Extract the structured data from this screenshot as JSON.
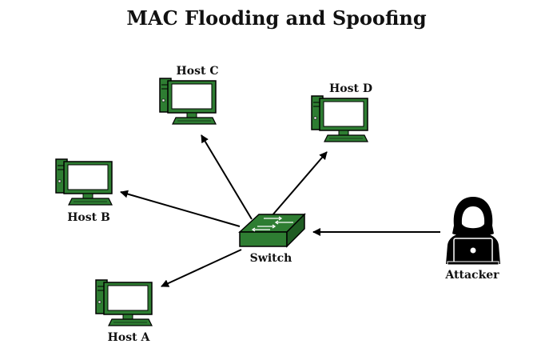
{
  "title": "MAC Flooding and Spoofing",
  "colors": {
    "device_green": "#2e7d32",
    "outline": "#000000",
    "attacker": "#000000",
    "arrow": "#000000"
  },
  "nodes": {
    "host_a": {
      "label": "Host A",
      "icon": "desktop-computer-icon"
    },
    "host_b": {
      "label": "Host B",
      "icon": "desktop-computer-icon"
    },
    "host_c": {
      "label": "Host C",
      "icon": "desktop-computer-icon"
    },
    "host_d": {
      "label": "Host D",
      "icon": "desktop-computer-icon"
    },
    "switch": {
      "label": "Switch",
      "icon": "network-switch-icon"
    },
    "attacker": {
      "label": "Attacker",
      "icon": "hooded-hacker-laptop-icon"
    }
  },
  "edges": [
    {
      "from": "switch",
      "to": "host_a"
    },
    {
      "from": "switch",
      "to": "host_b"
    },
    {
      "from": "switch",
      "to": "host_c"
    },
    {
      "from": "switch",
      "to": "host_d"
    },
    {
      "from": "attacker",
      "to": "switch"
    }
  ]
}
